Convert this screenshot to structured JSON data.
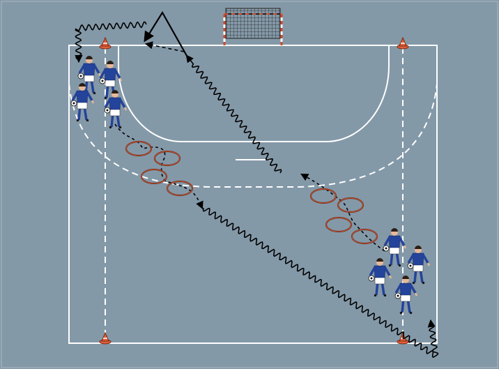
{
  "diagram": {
    "kind": "handball-drill",
    "colors": {
      "court": "#8499a8",
      "lines": "#ffffff",
      "path": "#000000",
      "goal_post_red": "#d24a2e",
      "cone": "#e0603a",
      "ring_fill": "#9a8f8a",
      "ring_stroke": "#6a2a18",
      "jersey": "#24439a",
      "shorts": "#ffffff",
      "skin": "#e7b89a",
      "hair": "#2a1f16"
    },
    "icons": {
      "goal": "goal-net-icon",
      "cone": "cone-icon",
      "ring": "ring-marker-icon",
      "player": "player-with-ball-icon",
      "dribble": "dribble-path",
      "pass": "pass-arrow",
      "run": "run-arrow"
    },
    "groups": {
      "top_left_players": 4,
      "bottom_right_players": 4,
      "left_rings": 4,
      "right_rings": 4,
      "cones": 4
    }
  }
}
